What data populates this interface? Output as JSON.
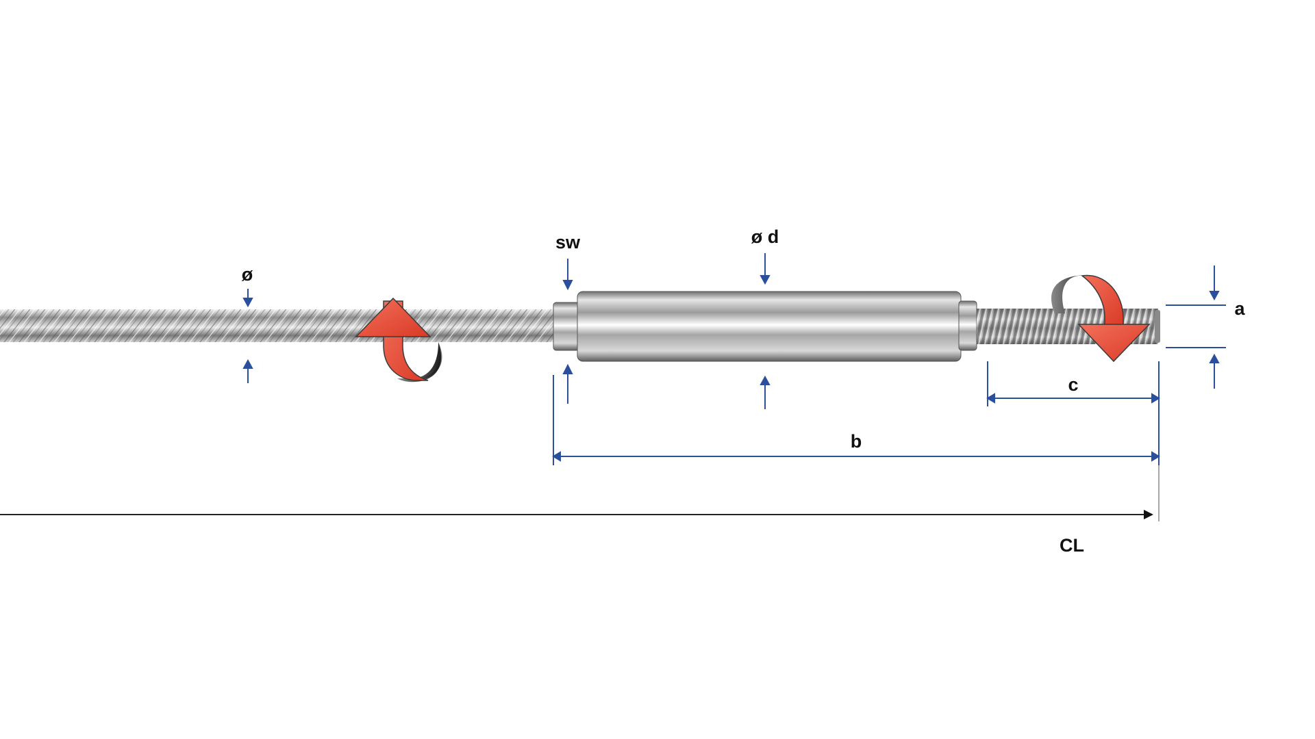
{
  "labels": {
    "rope_diameter": "ø",
    "wrench_size": "sw",
    "sleeve_diameter": "ø d",
    "thread_diameter": "a",
    "thread_length": "c",
    "fitting_length": "b",
    "cable_length": "CL"
  },
  "colors": {
    "dimension_lines": "#2a4f9c",
    "cl_line": "#222222",
    "turn_arrow": "#e8503a",
    "turn_arrow_back": "#3a3a3a",
    "rope_steel": "#9a9a9a",
    "sleeve_steel": "#b8b8b8",
    "label_text": "#111111"
  },
  "icons": {
    "rope_turn": "curved-rotation-arrow-icon",
    "thread_turn": "curved-rotation-arrow-icon"
  }
}
